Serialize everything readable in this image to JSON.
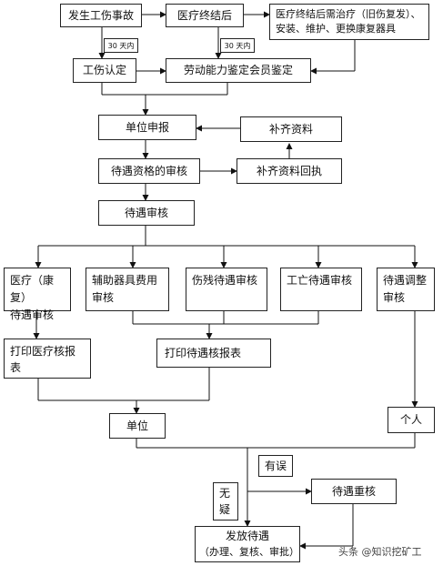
{
  "nodes": {
    "injury": "发生工伤事故",
    "treat_end": "医疗终结后",
    "post_treat": "医疗终结后需治疗（旧伤复发）、安装、维护、更换康复器具",
    "injury_cert": "工伤认定",
    "appraisal": "劳动能力鉴定会员鉴定",
    "unit_report": "单位申报",
    "supplement": "补齐资料",
    "eligibility": "待遇资格的审核",
    "supplement_receipt": "补齐资料回执",
    "benefit_review": "待遇审核",
    "medical_review_a": "医疗（康复）",
    "medical_review_b": "待遇审核",
    "aid_cost_a": "辅助器具费用",
    "aid_cost_b": "审核",
    "disability_review": "伤残待遇审核",
    "death_review": "工亡待遇审核",
    "adjust_a": "待遇调整",
    "adjust_b": "审核",
    "print_medical_a": "打印医疗核报",
    "print_medical_b": "表",
    "print_benefit": "打印待遇核报表",
    "unit": "单位",
    "person": "个人",
    "recheck": "待遇重核",
    "pay_a": "发放待遇",
    "pay_b": "（办理、复核、审批）"
  },
  "labels": {
    "days30_a": "30 天内",
    "days30_b": "30 天内",
    "error": "有误",
    "no_a": "无",
    "no_b": "疑"
  },
  "watermark": "头条 @知识挖矿工"
}
